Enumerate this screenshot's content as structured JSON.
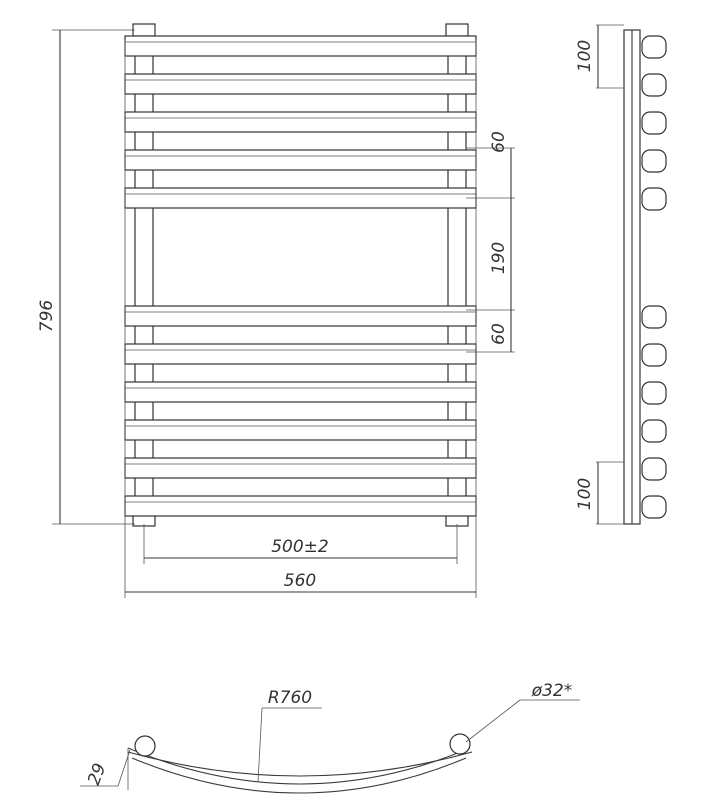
{
  "drawing": {
    "dimensions": {
      "height_total": "796",
      "pitch_small_top": "60",
      "gap_middle": "190",
      "pitch_small_bottom": "60",
      "center_distance": "500±2",
      "width_total": "560",
      "side_top_offset": "100",
      "side_bottom_offset": "100",
      "radius": "R760",
      "tube_diameter": "ø32*",
      "depth": "29"
    },
    "radiator": {
      "top_bar_count": 5,
      "bottom_bar_count": 6
    }
  }
}
